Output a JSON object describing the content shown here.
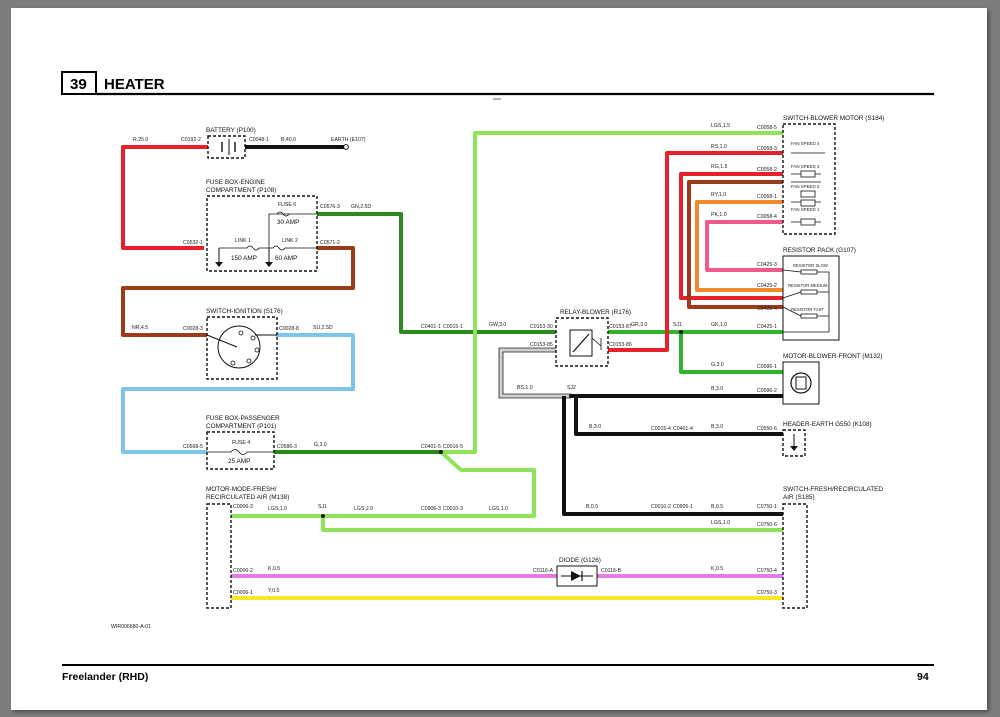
{
  "header": {
    "section_number": "39",
    "section_title": "HEATER"
  },
  "footer": {
    "model": "Freelander (RHD)",
    "page_number": "94"
  },
  "drawing_ref": "WIR006680-A-01",
  "colors": {
    "red": "#e8202a",
    "black": "#111111",
    "brown": "#9c3a1a",
    "dark_green": "#2a8a1c",
    "light_blue": "#7ec3e8",
    "light_green": "#8fe35a",
    "mid_green": "#32b42a",
    "pink": "#f05a8a",
    "orange": "#f08a2a",
    "magenta": "#e87ae8",
    "yellow": "#f5e82a",
    "grey_white": "#f2f2f2"
  },
  "components": {
    "battery": "BATTERY (P100)",
    "fusebox_engine_l1": "FUSE BOX-ENGINE",
    "fusebox_engine_l2": "COMPARTMENT (P108)",
    "link1": "LINK 1",
    "link1_amp": "150 AMP",
    "fuse6": "FUSE 6",
    "fuse6_amp": "30 AMP",
    "link2": "LINK 2",
    "link2_amp": "60 AMP",
    "switch_ignition": "SWITCH-IGNITION (S176)",
    "fusebox_pass_l1": "FUSE BOX-PASSENGER",
    "fusebox_pass_l2": "COMPARTMENT (P101)",
    "fuse4": "FUSE 4",
    "fuse4_amp": "25 AMP",
    "motor_mode_l1": "MOTOR-MODE-FRESH/",
    "motor_mode_l2": "RECIRCULATED AIR (M138)",
    "relay_blower": "RELAY-BLOWER (R176)",
    "switch_blower": "SWITCH-BLOWER MOTOR (S184)",
    "fan4": "FAN SPEED 4",
    "fan3": "FAN SPEED 3",
    "fan2": "FAN SPEED 2",
    "fan1": "FAN SPEED 1",
    "resistor_pack": "RESISTOR PACK (G107)",
    "res_slow": "RESISTOR SLOW",
    "res_medium": "RESISTOR MEDIUM",
    "res_fast": "RESISTOR FAST",
    "motor_blower": "MOTOR-BLOWER-FRONT (M132)",
    "header_earth": "HEADER-EARTH G550 (K108)",
    "switch_fresh_l1": "SWITCH-FRESH/RECIRCULATED",
    "switch_fresh_l2": "AIR (S185)",
    "diode": "DIODE (G126)"
  },
  "wire_labels": {
    "r250": "R,25.0",
    "b400": "B,40.0",
    "earth": "EARTH (E107)",
    "gn25": "GN,2.5D",
    "nr45": "NR,4.5",
    "su25": "SU,2.5D",
    "g30": "G,3.0",
    "gw30": "GW,3.0",
    "gr30": "GR,3.0",
    "gk10": "GK,1.0",
    "lgs15": "LGS,1.5",
    "rs10": "RS,1.0",
    "rg15": "RG,1.5",
    "ry10": "RY,1.0",
    "pk10": "PK,1.0",
    "g30b": "G,3.0",
    "b30": "B,3.0",
    "b30b": "B,3.0",
    "b30c": "B,3.0",
    "bs10": "BS,1.0",
    "lgs10a": "LGS,1.0",
    "lgs20": "LGS,2.0",
    "lgs10b": "LGS,1.0",
    "b05a": "B,0.5",
    "b05b": "B,0.5",
    "lgs10c": "LGS,1.0",
    "k05a": "K,0.5",
    "k05b": "K,0.5",
    "y05": "Y,0.5",
    "sj1a": "SJ1",
    "sj1b": "SJ1",
    "sj2": "SJ2"
  },
  "connectors": {
    "c01922": "C0192-2",
    "c00481": "C0048-1",
    "c05322": "C0532-1",
    "c05763": "C0576-3",
    "c05712": "C0571-2",
    "c00283": "C0028-3",
    "c00286": "C0028-8",
    "c05685": "C0568-5",
    "c05863": "C0586-3",
    "c04011": "C0401-1",
    "c00151": "C0015-1",
    "c01530": "C0153-30",
    "c01587": "C0153-87",
    "c01585": "C0153-85",
    "c01586": "C0153-86",
    "c04015": "C0401-5",
    "c00155": "C0016-5",
    "c00585": "C0058-5",
    "c00583": "C0058-3",
    "c00582": "C0058-2",
    "c00581": "C0058-1",
    "c00584": "C0058-4",
    "c04253": "C0425-3",
    "c04252": "C0425-2",
    "c04254": "C0425-4",
    "c04251": "C0425-1",
    "c00961": "C0096-1",
    "c00962": "C0096-2",
    "c00154": "C0015-4",
    "c04014": "C0401-4",
    "c05508": "C0550-6",
    "c00063": "C0006-3",
    "c00063b": "C0906-3",
    "c00103": "C0010-3",
    "c00102": "C0010-2",
    "c09051": "C0905-1",
    "c07501": "C0750-1",
    "c07506": "C0750-6",
    "c00062": "C0006-2",
    "c01168": "C0116-A",
    "c0116b": "C0116-B",
    "c07504": "C0750-4",
    "c00061": "C0006-1",
    "c07503": "C0750-3"
  }
}
